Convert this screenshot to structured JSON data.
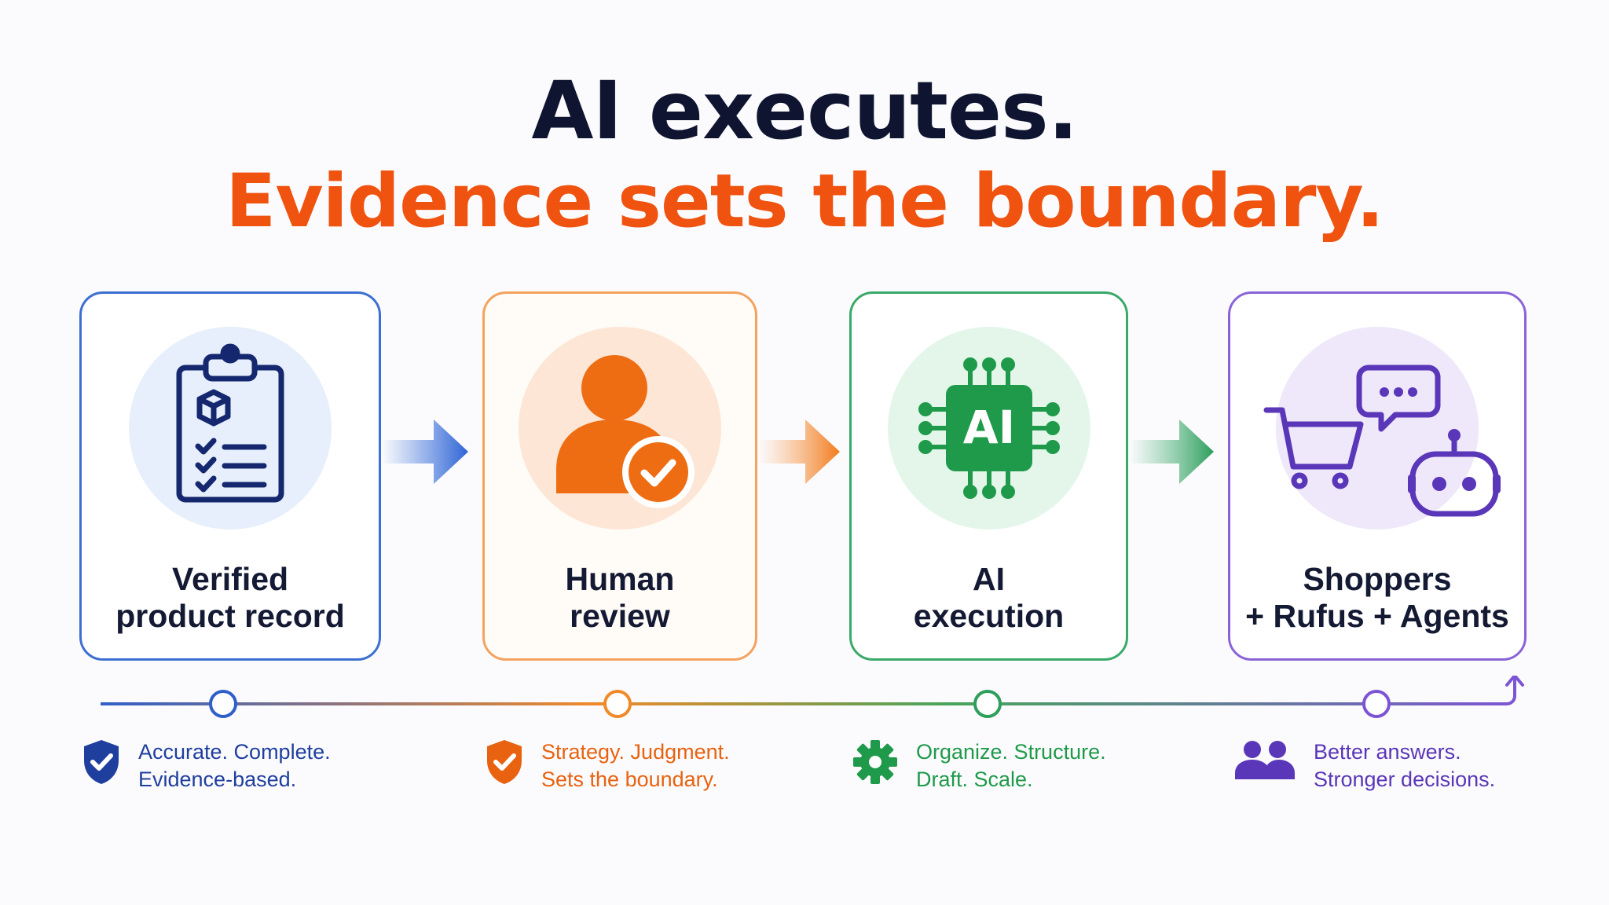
{
  "title": {
    "line1": "AI executes.",
    "line2": "Evidence sets the boundary."
  },
  "steps": [
    {
      "label_line1": "Verified",
      "label_line2": "product record",
      "icon": "clipboard-checklist-icon",
      "color": "#1f4fbd"
    },
    {
      "label_line1": "Human",
      "label_line2": "review",
      "icon": "person-check-icon",
      "color": "#f06d12"
    },
    {
      "label_line1": "AI",
      "label_line2": "execution",
      "icon": "ai-chip-icon",
      "color": "#1f9a4b",
      "chip_text": "AI"
    },
    {
      "label_line1": "Shoppers",
      "label_line2": "+ Rufus + Agents",
      "icon": "cart-chat-robot-icon",
      "color": "#6a3fc7"
    }
  ],
  "captions": [
    {
      "line1": "Accurate. Complete.",
      "line2": "Evidence-based.",
      "icon": "shield-check-icon",
      "color": "#1f3f9e"
    },
    {
      "line1": "Strategy. Judgment.",
      "line2": "Sets the boundary.",
      "icon": "shield-check-icon",
      "color": "#e8620f"
    },
    {
      "line1": "Organize. Structure.",
      "line2": "Draft. Scale.",
      "icon": "gear-icon",
      "color": "#1f9a4b"
    },
    {
      "line1": "Better answers.",
      "line2": "Stronger decisions.",
      "icon": "users-icon",
      "color": "#5a36b8"
    }
  ]
}
